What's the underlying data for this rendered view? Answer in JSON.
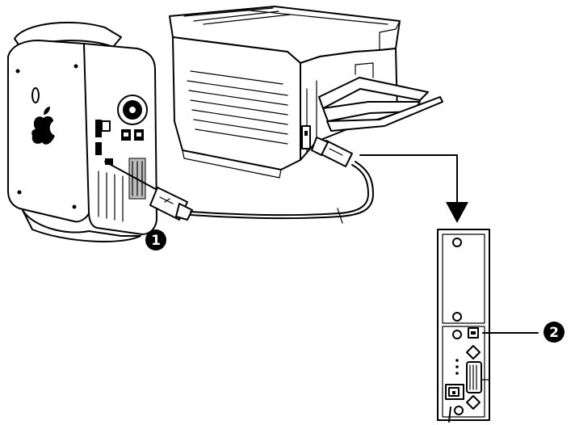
{
  "callouts": [
    {
      "id": "1",
      "text": "1"
    },
    {
      "id": "2",
      "text": "2"
    }
  ],
  "colors": {
    "ink": "#000000",
    "paper": "#ffffff",
    "shade": "#bdbdbd"
  }
}
